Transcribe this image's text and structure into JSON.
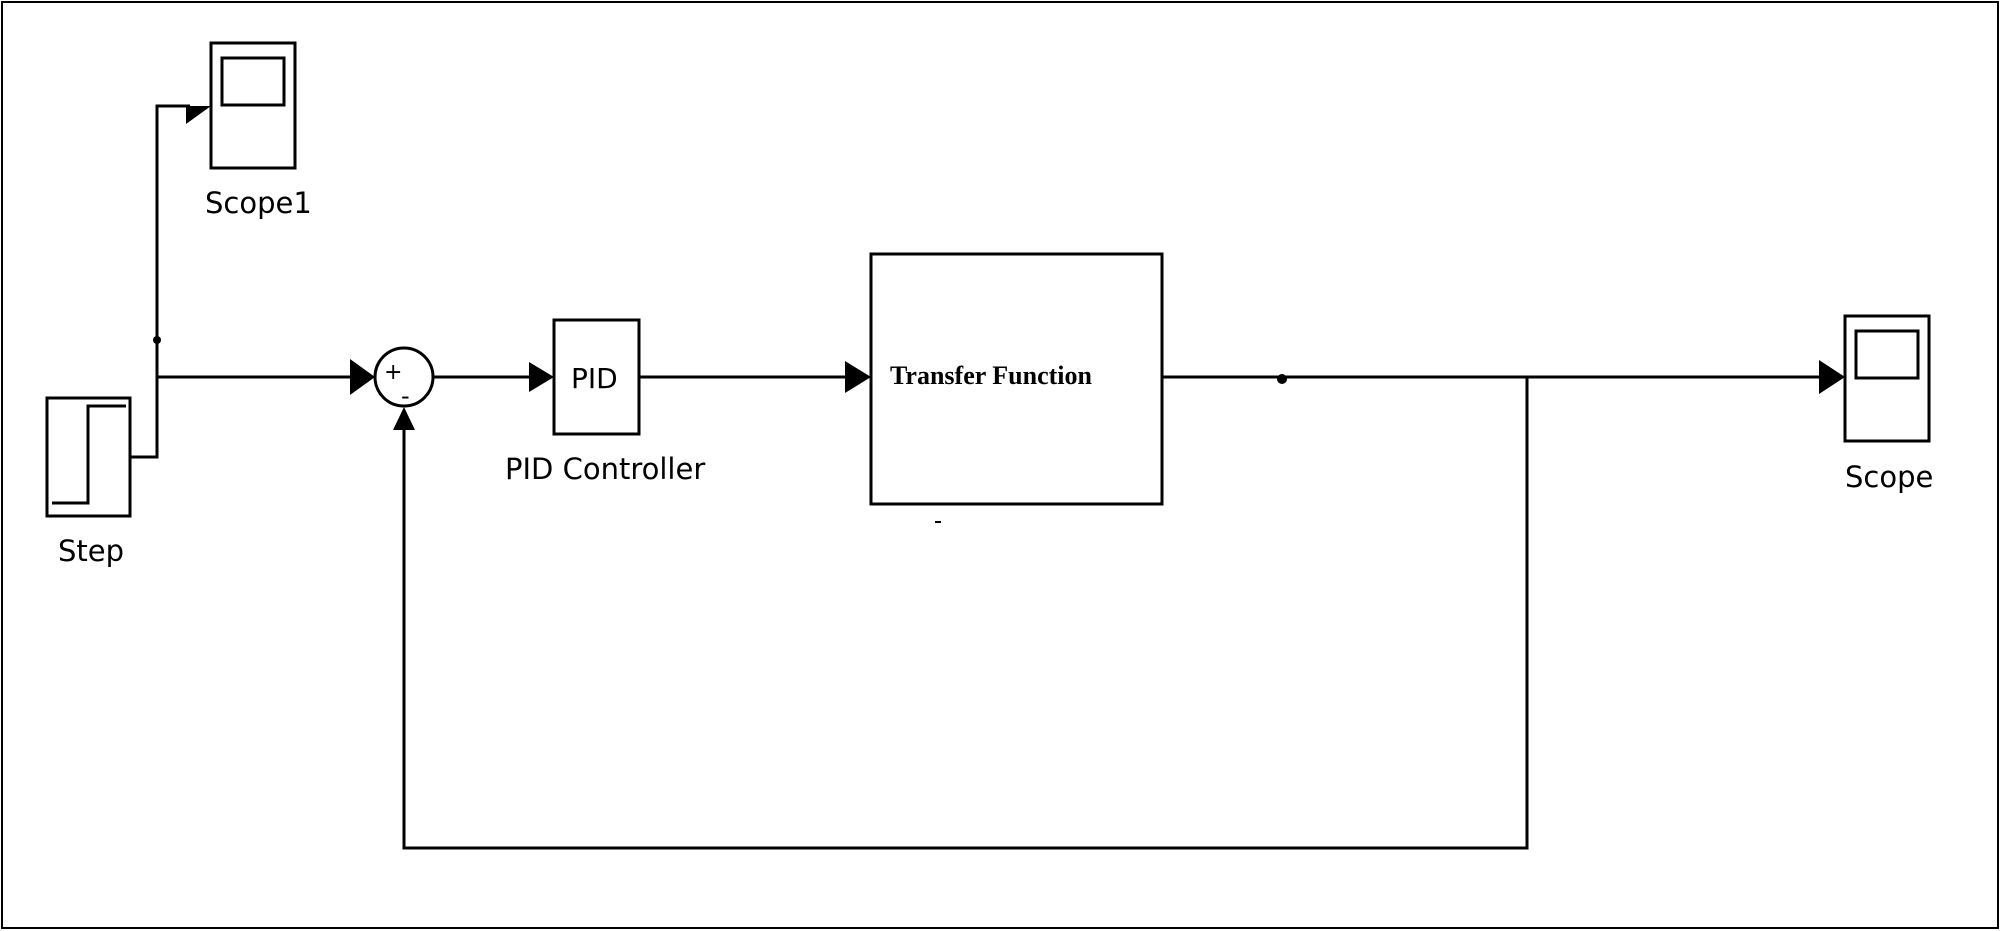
{
  "blocks": {
    "step": {
      "label": "Step"
    },
    "scope1": {
      "label": "Scope1"
    },
    "sum": {
      "plus_sign": "+",
      "minus_sign": "-"
    },
    "pid": {
      "inner_text": "PID",
      "label": "PID Controller"
    },
    "transfer_function": {
      "inner_text": "Transfer Function"
    },
    "scope": {
      "label": "Scope"
    }
  },
  "colors": {
    "line": "#000000",
    "background": "#ffffff"
  }
}
